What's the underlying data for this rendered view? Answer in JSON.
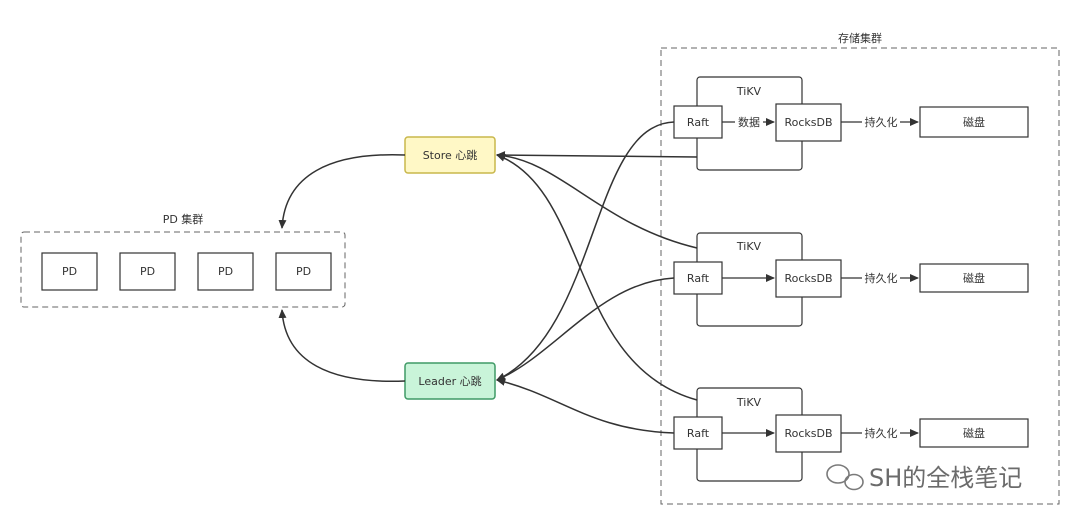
{
  "pd_cluster": {
    "title": "PD 集群",
    "nodes": [
      "PD",
      "PD",
      "PD",
      "PD"
    ]
  },
  "heartbeats": {
    "store": "Store 心跳",
    "leader": "Leader 心跳"
  },
  "storage_cluster": {
    "title": "存储集群",
    "nodes": [
      {
        "title": "TiKV",
        "raft": "Raft",
        "data_label": "数据",
        "rocksdb": "RocksDB",
        "persist_label": "持久化",
        "disk": "磁盘"
      },
      {
        "title": "TiKV",
        "raft": "Raft",
        "data_label": "",
        "rocksdb": "RocksDB",
        "persist_label": "持久化",
        "disk": "磁盘"
      },
      {
        "title": "TiKV",
        "raft": "Raft",
        "data_label": "",
        "rocksdb": "RocksDB",
        "persist_label": "持久化",
        "disk": "磁盘"
      }
    ]
  },
  "colors": {
    "store_fill": "#fff8c6",
    "store_stroke": "#c9b74b",
    "leader_fill": "#c9f4d9",
    "leader_stroke": "#3f9a66",
    "line": "#333333"
  },
  "watermark": "SH的全栈笔记"
}
